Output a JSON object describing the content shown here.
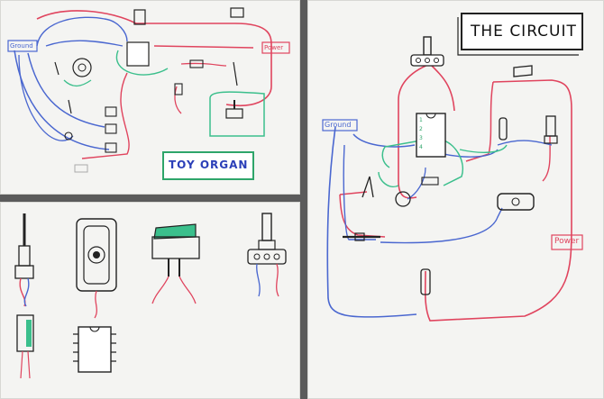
{
  "panels": {
    "toy_organ": {
      "title": "Toy Organ",
      "ground_label": "Ground",
      "power_label": "Power",
      "colors": {
        "title_blue": "#2b3fb8",
        "title_green": "#2ea56a",
        "wire_red": "#e0445e",
        "wire_blue": "#4a67d0",
        "wire_green": "#3bbf8c"
      }
    },
    "components": {
      "description_icons": [
        "audio-jack-icon",
        "battery-holder-icon",
        "rocker-switch-icon",
        "potentiometer-icon",
        "ic-chip-icon"
      ]
    },
    "the_circuit": {
      "title": "The Circuit",
      "ground_label": "Ground",
      "power_label": "Power",
      "chip_pins_left": [
        "1",
        "2",
        "3",
        "4"
      ]
    }
  }
}
